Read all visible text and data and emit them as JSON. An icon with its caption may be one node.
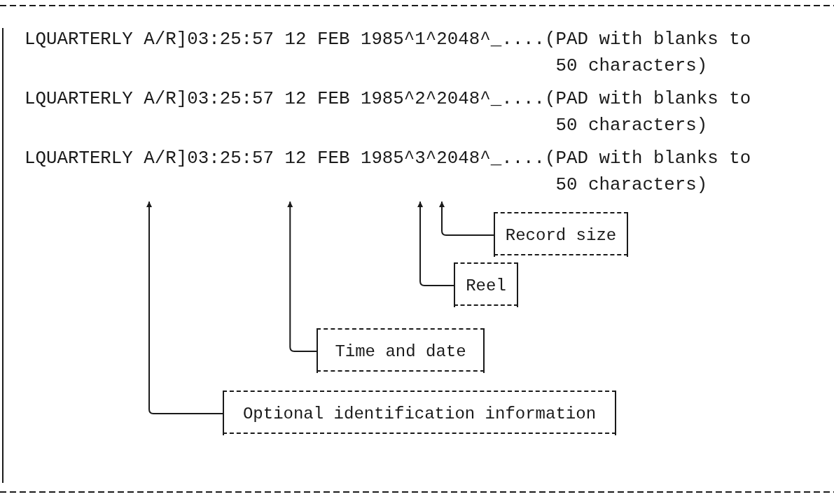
{
  "diagram": {
    "nodes": [
      {
        "text": [
          "Record size"
        ]
      },
      {
        "text": [
          "Reel"
        ]
      },
      {
        "text": [
          "Time and date"
        ]
      },
      {
        "text": [
          "Optional identification information"
        ]
      },
      {
        "text": [
          "LQUARTERLY A/R]03:25:57 12 FEB 1985^3^2048^_....(PAD with blanks to 50 characters)"
        ]
      }
    ],
    "edges": [
      {
        "from": 0,
        "to": 4,
        "arrow": "to"
      },
      {
        "from": 1,
        "to": 4,
        "arrow": "to"
      },
      {
        "from": 2,
        "to": 4,
        "arrow": "to"
      },
      {
        "from": 3,
        "to": 4,
        "arrow": "to"
      }
    ],
    "labels": [
      "LQUARTERLY A/R]03:25:57 12 FEB 1985^1^2048^_....(PAD with blanks to 50 characters)",
      "LQUARTERLY A/R]03:25:57 12 FEB 1985^2^2048^_....(PAD with blanks to 50 characters)"
    ]
  }
}
